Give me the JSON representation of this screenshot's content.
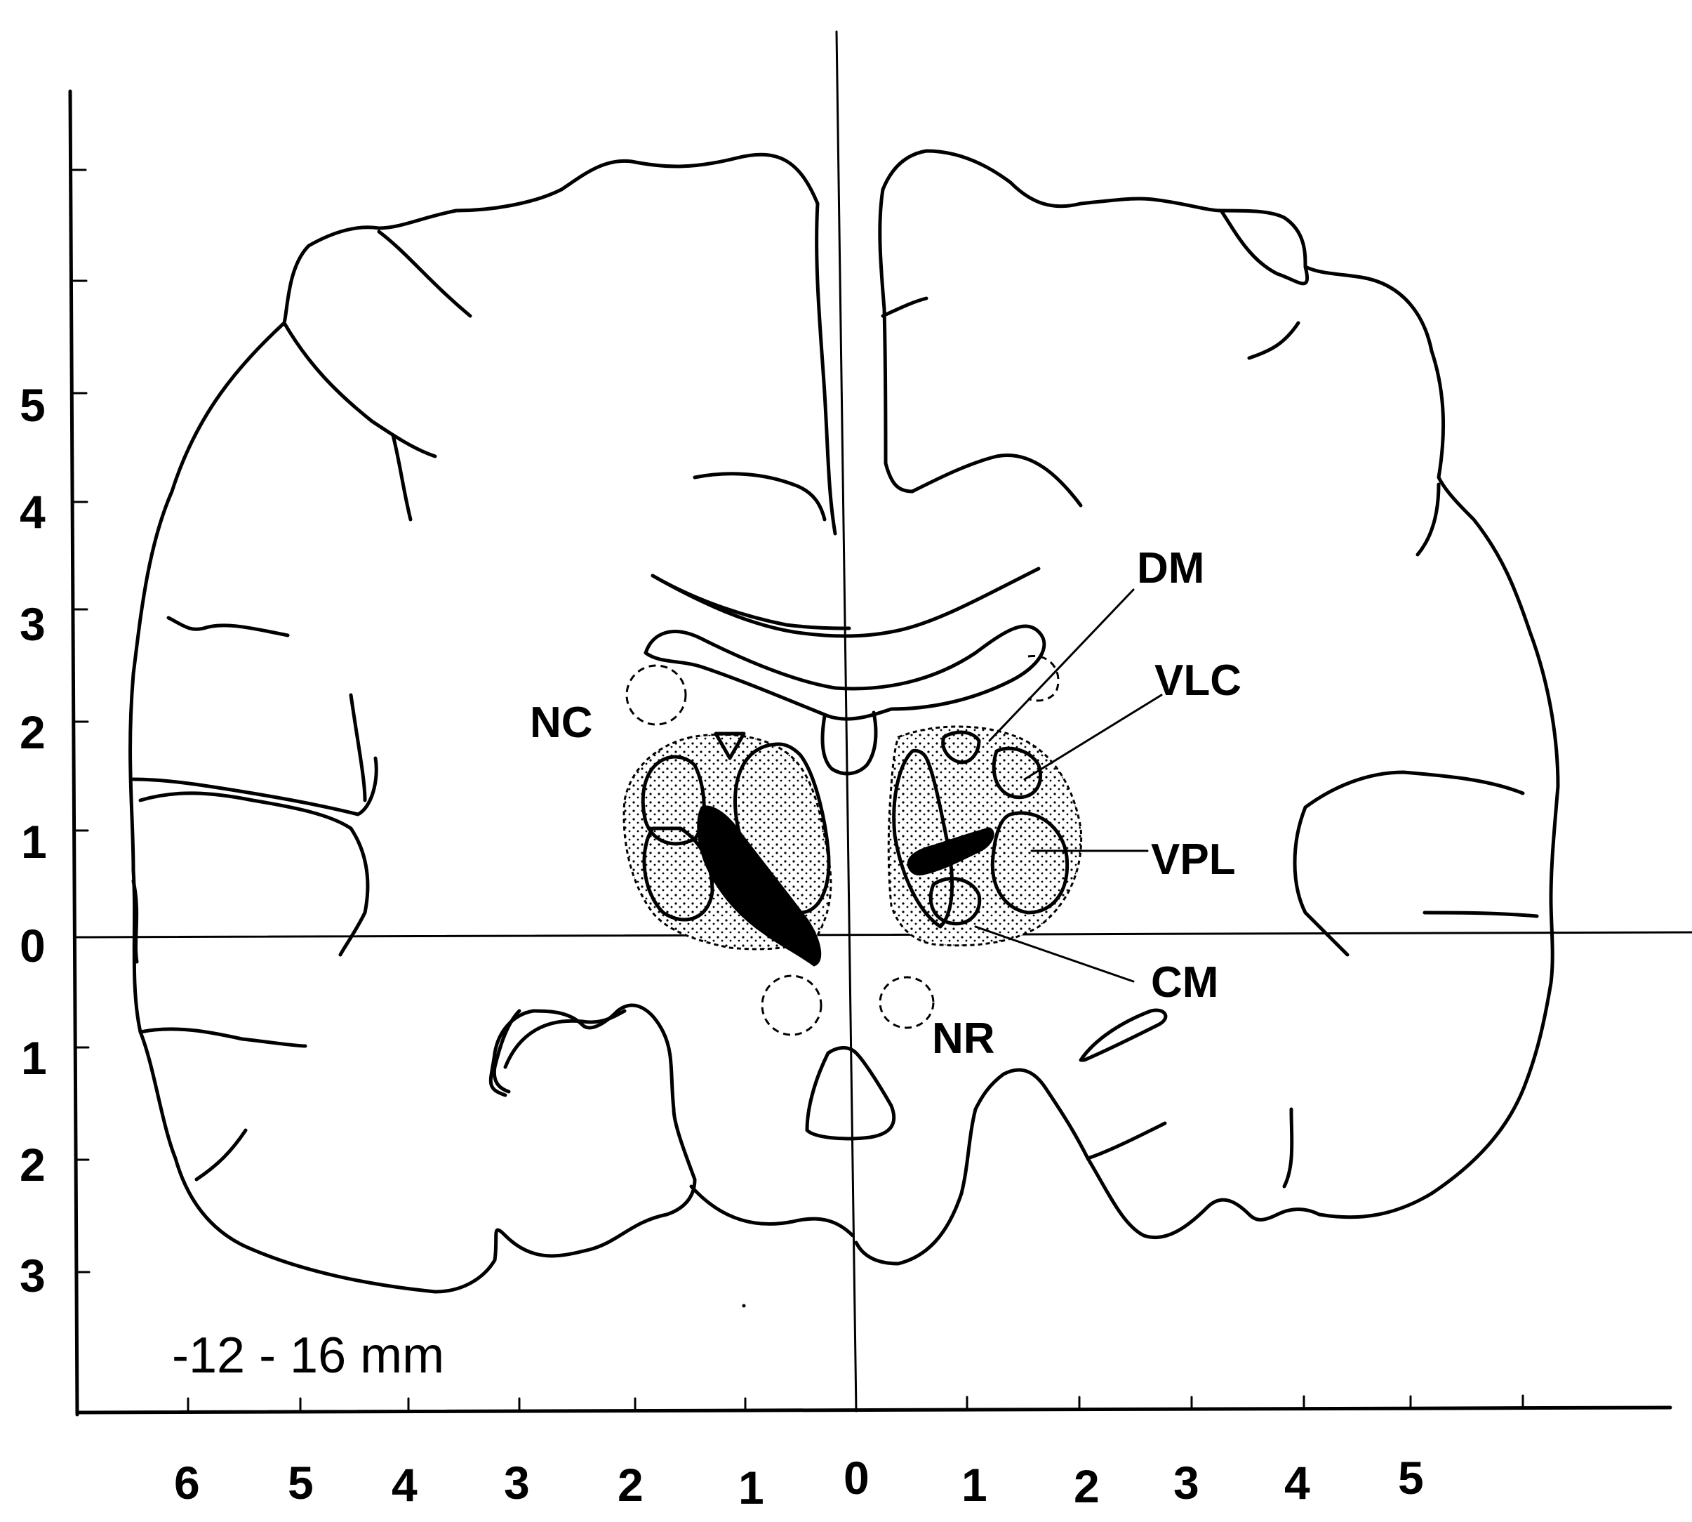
{
  "caption": "-12 - 16 mm",
  "y_axis": {
    "ticks_above": [
      "5",
      "4",
      "3",
      "2",
      "1"
    ],
    "origin": "0",
    "ticks_below": [
      "1",
      "2",
      "3"
    ]
  },
  "x_axis": {
    "ticks_left": [
      "6",
      "5",
      "4",
      "3",
      "2",
      "1"
    ],
    "origin": "0",
    "ticks_right": [
      "1",
      "2",
      "3",
      "4",
      "5"
    ]
  },
  "labels": {
    "dm": "DM",
    "vlc": "VLC",
    "vpl": "VPL",
    "cm": "CM",
    "nc": "NC",
    "nr": "NR"
  }
}
